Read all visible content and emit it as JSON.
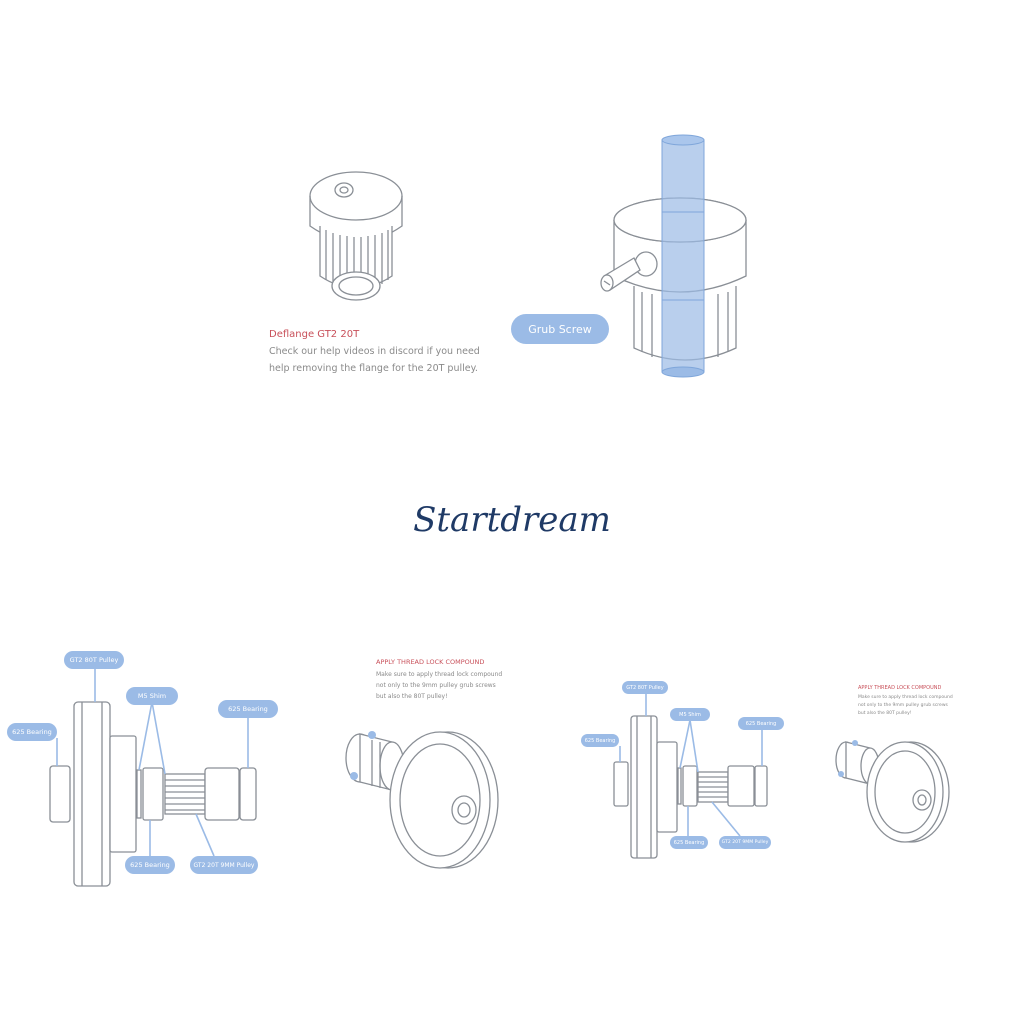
{
  "top": {
    "deflange_title": "Deflange GT2 20T",
    "deflange_line1": "Check our help videos in discord if you need",
    "deflange_line2": "help removing the flange for the 20T pulley.",
    "grub_screw_label": "Grub Screw"
  },
  "watermark": "Startdream",
  "bottom_left": {
    "gt2_80t": "GT2 80T Pulley",
    "m5_shim": "M5 Shim",
    "bearing_625_left": "625 Bearing",
    "bearing_625_right": "625 Bearing",
    "bearing_625_bottom": "625 Bearing",
    "gt2_20t": "GT2 20T 9MM Pulley"
  },
  "thread_lock_left": {
    "title": "APPLY THREAD LOCK COMPOUND",
    "line1": "Make sure to apply thread lock compound",
    "line2": "not only to the 9mm pulley grub screws",
    "line3": "but also the 80T pulley!"
  },
  "bottom_right": {
    "gt2_80t": "GT2 80T Pulley",
    "m5_shim": "M5 Shim",
    "bearing_625_left": "625 Bearing",
    "bearing_625_right": "625 Bearing",
    "bearing_625_bottom": "625 Bearing",
    "gt2_20t": "GT2 20T 9MM Pulley"
  },
  "thread_lock_right": {
    "title": "APPLY THREAD LOCK COMPOUND",
    "line1": "Make sure to apply thread lock compound",
    "line2": "not only to the 9mm pulley grub screws",
    "line3": "but also the 80T pulley!"
  },
  "colors": {
    "accent_blue": "#9bbbe6",
    "title_red": "#c8505a",
    "watermark_navy": "#1f3a66"
  }
}
